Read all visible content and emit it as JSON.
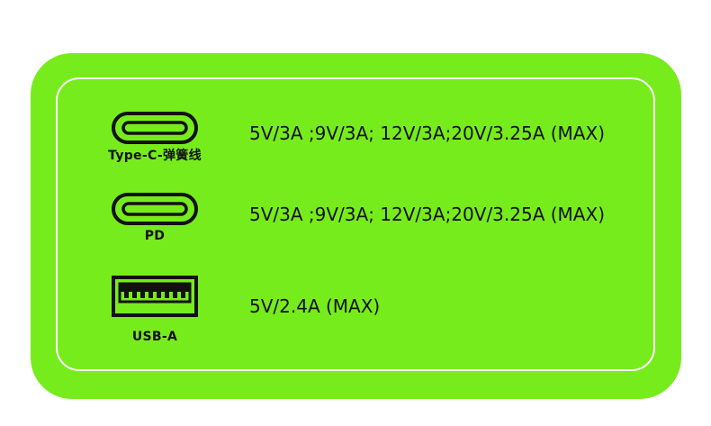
{
  "colors": {
    "panel_background": "#77ec1c",
    "frame_line": "#ffffff",
    "text": "#111111"
  },
  "ports": [
    {
      "icon": "usb-c-port-icon",
      "label": "Type-C-弹簧线",
      "spec": "5V/3A ;9V/3A; 12V/3A;20V/3.25A (MAX)"
    },
    {
      "icon": "usb-c-port-icon",
      "label": "PD",
      "spec": "5V/3A ;9V/3A; 12V/3A;20V/3.25A (MAX)"
    },
    {
      "icon": "usb-a-port-icon",
      "label": "USB-A",
      "spec": "5V/2.4A (MAX)"
    }
  ]
}
